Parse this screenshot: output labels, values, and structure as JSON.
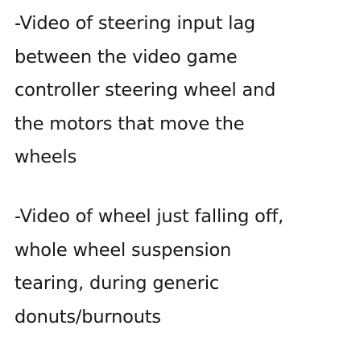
{
  "document": {
    "paragraphs": [
      {
        "lines": [
          "-Video of steering input lag",
          "between the video game",
          "controller steering wheel and",
          "the motors that move the",
          "wheels"
        ]
      },
      {
        "lines": [
          "-Video of wheel just falling off,",
          "whole wheel suspension",
          "tearing, during generic",
          "donuts/burnouts"
        ]
      }
    ],
    "colors": {
      "background": "#ffffff",
      "text": "#1a1a1a"
    }
  }
}
